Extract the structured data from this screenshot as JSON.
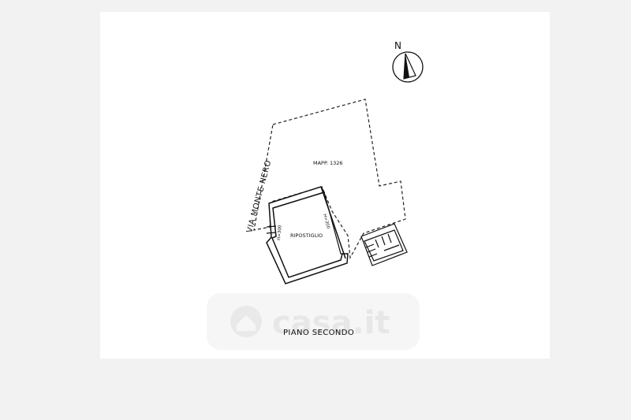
{
  "plan": {
    "north_label": "N",
    "street_label": "VIA MONTE NERO",
    "parcel_label": "MAPP. 1326",
    "room_label": "RIPOSTIGLIO",
    "dim_left": "H=300",
    "dim_right": "H=300",
    "floor_label": "PIANO SECONDO"
  },
  "watermark": {
    "text": "casa.it"
  }
}
